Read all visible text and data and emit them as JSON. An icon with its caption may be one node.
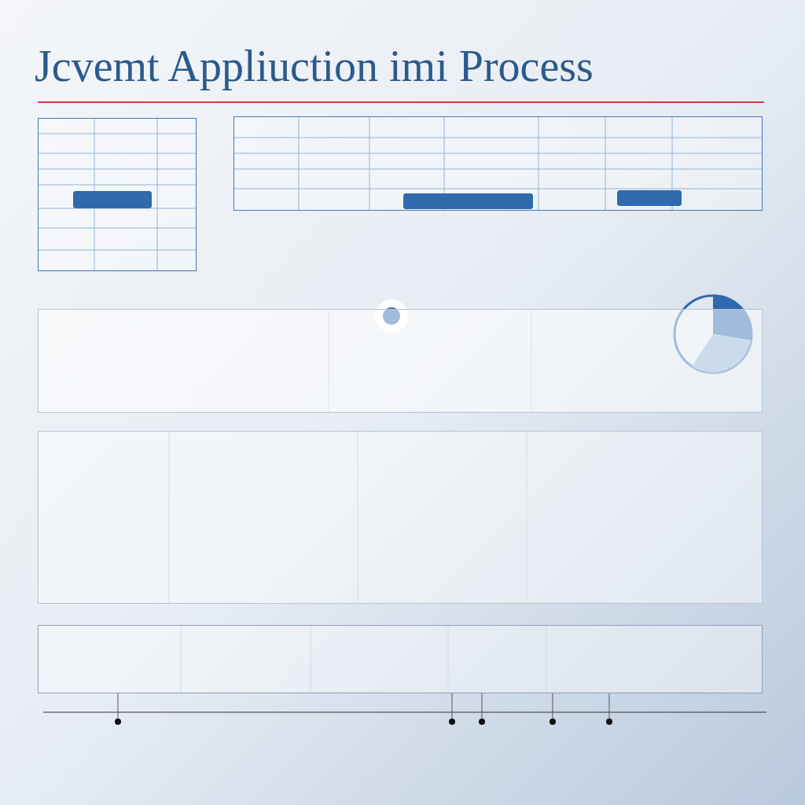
{
  "diagram": {
    "title": "Jcvemt Appliuction imi Process",
    "nodes": [
      {
        "text": [],
        "shape": "box"
      },
      {
        "text": [],
        "shape": "box"
      },
      {
        "text": [],
        "shape": "bar",
        "in": 0
      },
      {
        "text": [],
        "shape": "bar",
        "in": 1
      },
      {
        "text": [],
        "shape": "bar",
        "in": 1
      },
      {
        "text": [],
        "shape": "box"
      },
      {
        "text": [],
        "shape": "box"
      },
      {
        "text": [],
        "shape": "box"
      }
    ]
  }
}
